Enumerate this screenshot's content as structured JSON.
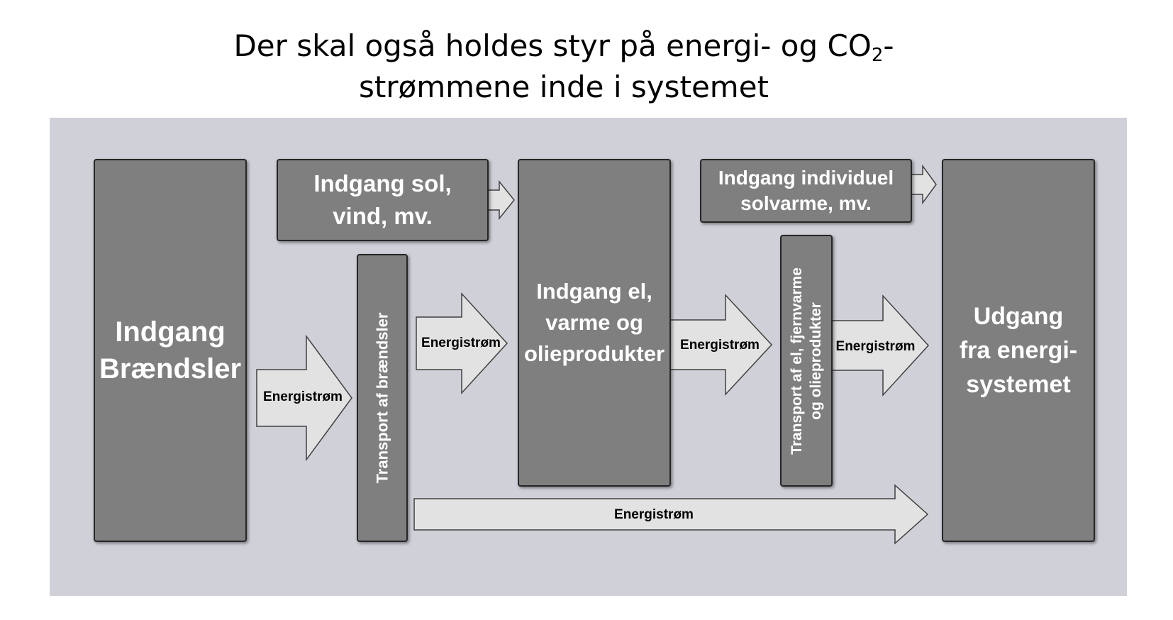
{
  "title": {
    "line1_before": "Der skal også holdes styr på energi- og CO",
    "subscript": "2",
    "line1_after": "-",
    "line2": "strømmene inde i systemet"
  },
  "boxes": {
    "fuels_input": "Indgang Brændsler",
    "sun_wind_input": "Indgang sol, vind, mv.",
    "fuel_transport": "Transport af brændsler",
    "el_heat_oil_input": "Indgang el, varme og olieprodukter",
    "individual_solar_input": "Indgang individuel solvarme, mv.",
    "el_heat_oil_transport": "Transport af el, fjernvarme og olieprodukter",
    "energy_system_output": "Udgang fra energi-systemet"
  },
  "arrows": {
    "flow_label": "Energistrøm"
  },
  "colors": {
    "panel": "#d0d0d9",
    "box_fill": "#7f7f7f",
    "arrow_fill": "#e2e2e2"
  }
}
